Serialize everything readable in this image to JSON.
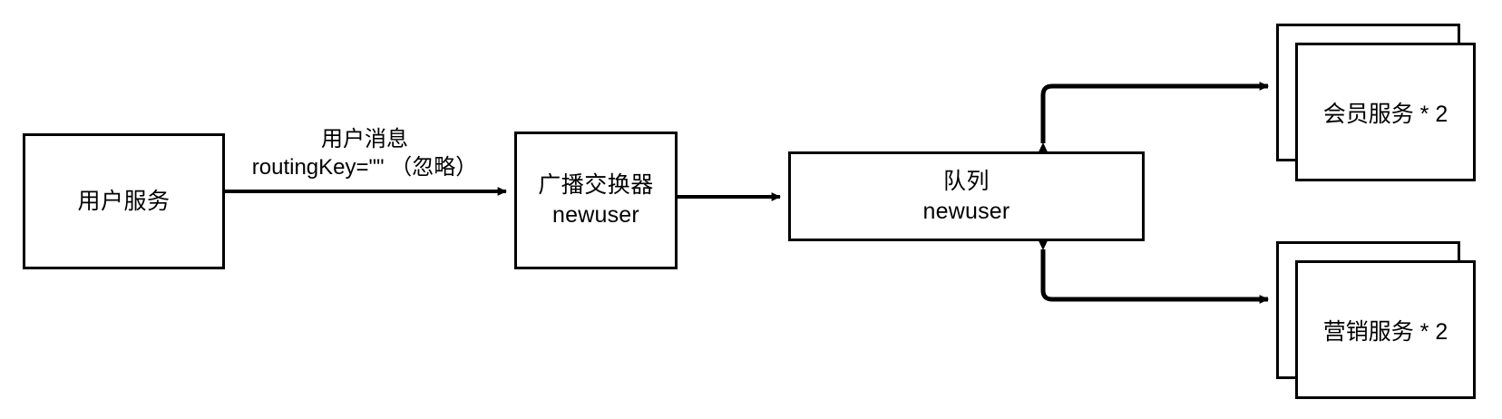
{
  "diagram": {
    "title": "RabbitMQ fanout exchange broadcast flow",
    "type": "flow-diagram",
    "background_color": "#ffffff",
    "stroke_color": "#000000",
    "nodes": [
      {
        "id": "user-service",
        "shape": "rectangle",
        "line1": "用户服务",
        "line2": ""
      },
      {
        "id": "fanout-exchange",
        "shape": "rectangle",
        "line1": "广播交换器",
        "line2": "newuser"
      },
      {
        "id": "queue",
        "shape": "rectangle",
        "line1": "队列",
        "line2": "newuser"
      },
      {
        "id": "member-service",
        "shape": "stacked-rectangle",
        "line1": "会员服务 * 2",
        "line2": ""
      },
      {
        "id": "marketing-service",
        "shape": "stacked-rectangle",
        "line1": "营销服务 * 2",
        "line2": ""
      }
    ],
    "edges": [
      {
        "id": "user-to-exchange",
        "from": "user-service",
        "to": "fanout-exchange",
        "label_line1": "用户消息",
        "label_line2": "routingKey=\"\" （忽略）",
        "arrow": "end"
      },
      {
        "id": "exchange-to-queue",
        "from": "fanout-exchange",
        "to": "queue",
        "label_line1": "",
        "label_line2": "",
        "arrow": "end"
      },
      {
        "id": "queue-to-member",
        "from": "queue",
        "to": "member-service",
        "label_line1": "",
        "label_line2": "",
        "arrow": "both"
      },
      {
        "id": "queue-to-marketing",
        "from": "queue",
        "to": "marketing-service",
        "label_line1": "",
        "label_line2": "",
        "arrow": "both"
      }
    ]
  }
}
